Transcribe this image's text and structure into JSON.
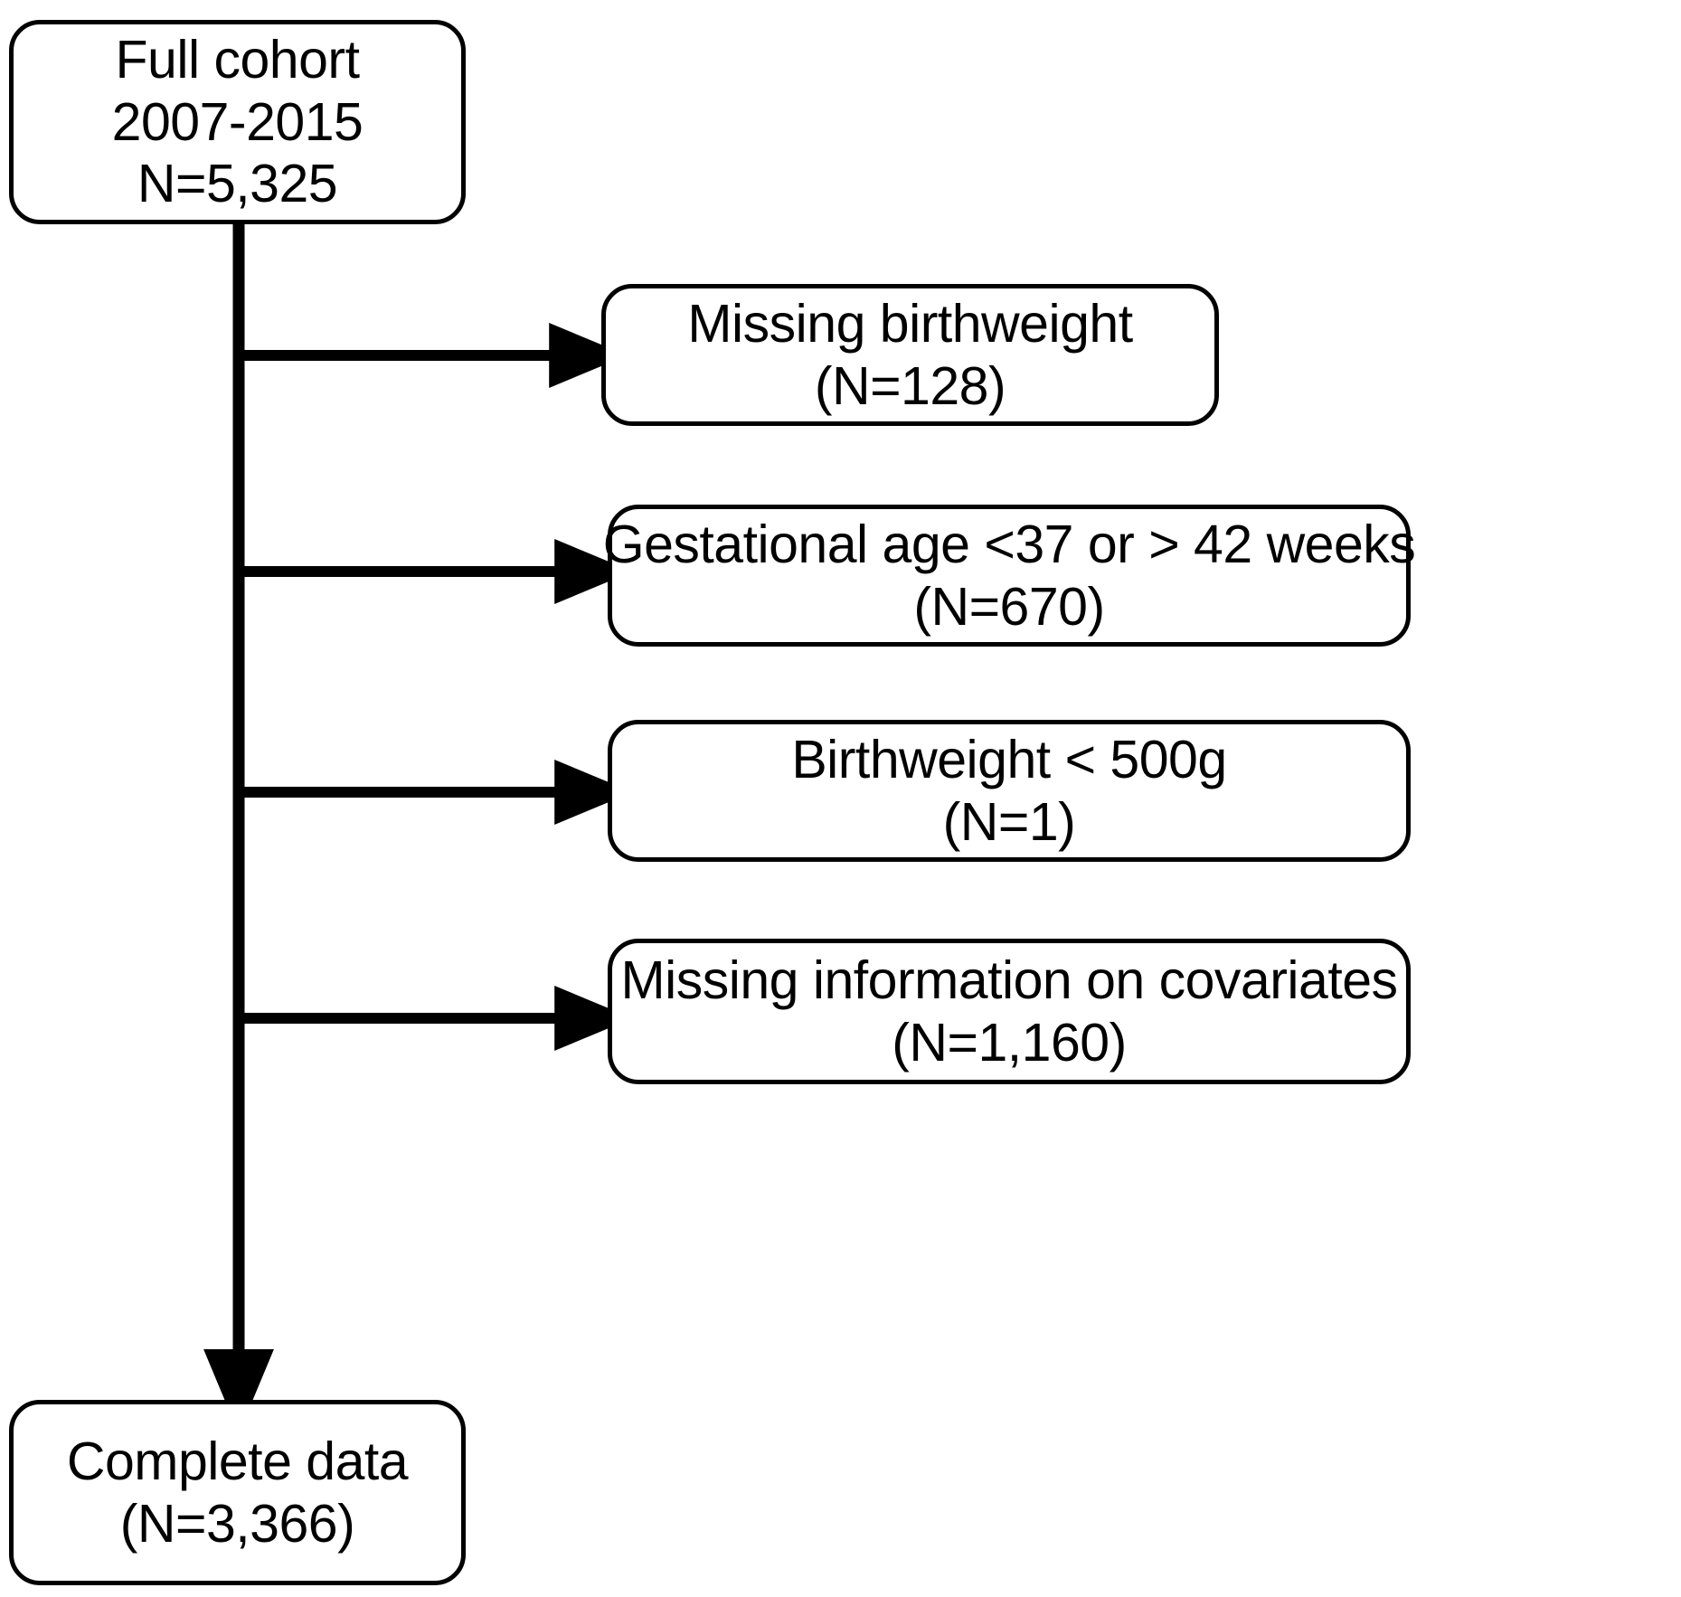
{
  "diagram": {
    "type": "study-flow-chart",
    "title": "Cohort selection flow diagram",
    "colors": {
      "background": "#ffffff",
      "stroke": "#000000",
      "text": "#000000",
      "box_fill": "#ffffff"
    },
    "nodes": {
      "full_cohort": {
        "id": "full-cohort",
        "lines": [
          "Full cohort",
          "2007-2015",
          "N=5,325"
        ],
        "n": 5325,
        "period": "2007-2015"
      },
      "complete_data": {
        "id": "complete-data",
        "lines": [
          "Complete data",
          "(N=3,366)"
        ],
        "n": 3366
      }
    },
    "exclusions": [
      {
        "id": "missing-birthweight",
        "reason": "Missing birthweight",
        "count_label": "(N=128)",
        "n": 128
      },
      {
        "id": "gestational-age",
        "reason": "Gestational age <37 or > 42 weeks",
        "count_label": "(N=670)",
        "n": 670
      },
      {
        "id": "birthweight-under-500g",
        "reason": "Birthweight < 500g",
        "count_label": "(N=1)",
        "n": 1
      },
      {
        "id": "missing-covariates",
        "reason": "Missing information on covariates",
        "count_label": "(N=1,160)",
        "n": 1160
      }
    ],
    "connectors": {
      "trunk_label": "main-vertical-flow",
      "branch_labels": [
        "branch-arrow-missing-birthweight",
        "branch-arrow-gestational-age",
        "branch-arrow-birthweight-500g",
        "branch-arrow-missing-covariates"
      ],
      "terminal_label": "arrow-to-complete-data"
    }
  }
}
